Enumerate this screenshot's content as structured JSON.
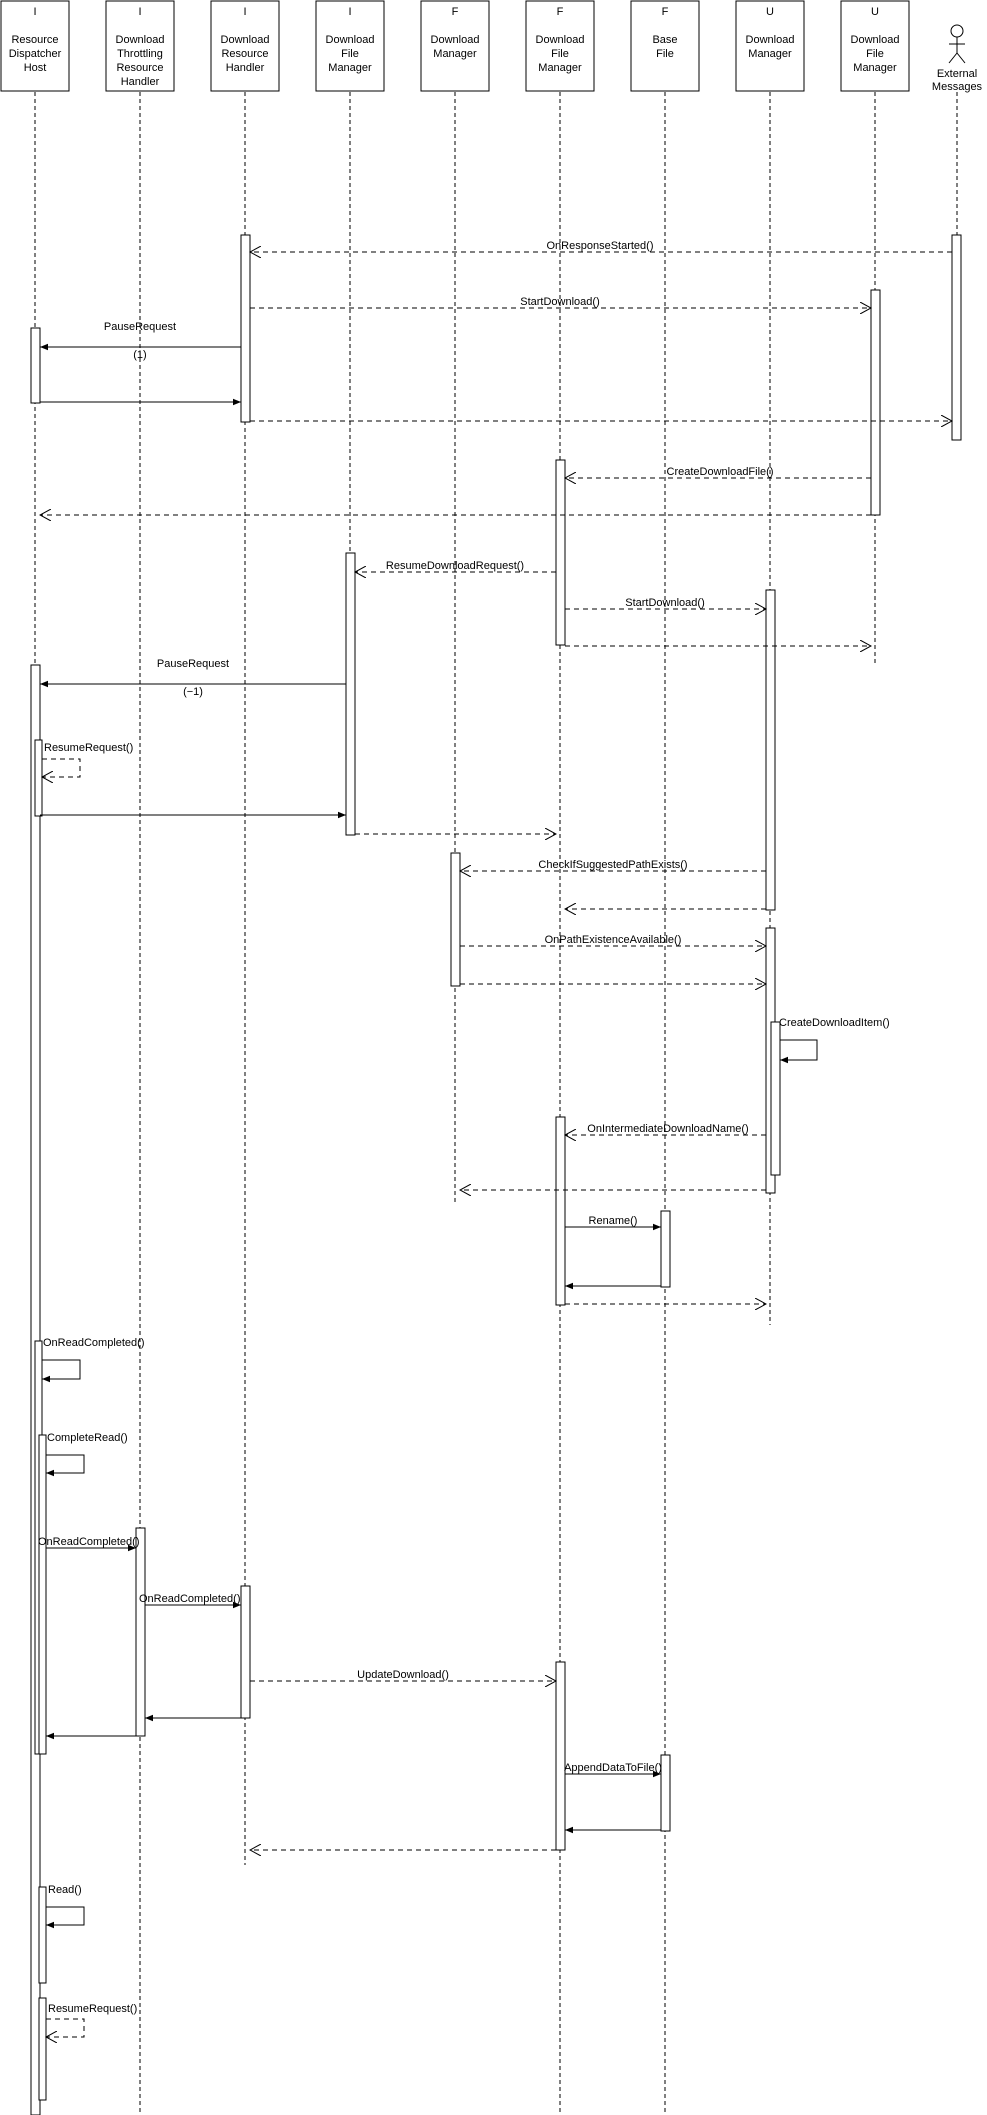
{
  "participants": [
    {
      "id": "rdh",
      "stereo": "I",
      "lines": [
        "Resource",
        "Dispatcher",
        "Host"
      ]
    },
    {
      "id": "dtrh",
      "stereo": "I",
      "lines": [
        "Download",
        "Throttling",
        "Resource",
        "Handler"
      ]
    },
    {
      "id": "drh",
      "stereo": "I",
      "lines": [
        "Download",
        "Resource",
        "Handler"
      ]
    },
    {
      "id": "dfm1",
      "stereo": "I",
      "lines": [
        "Download",
        "File",
        "Manager"
      ]
    },
    {
      "id": "dm1",
      "stereo": "F",
      "lines": [
        "Download",
        "Manager"
      ]
    },
    {
      "id": "dfm2",
      "stereo": "F",
      "lines": [
        "Download",
        "File",
        "Manager"
      ]
    },
    {
      "id": "bf",
      "stereo": "F",
      "lines": [
        "Base",
        "File"
      ]
    },
    {
      "id": "dm2",
      "stereo": "U",
      "lines": [
        "Download",
        "Manager"
      ]
    },
    {
      "id": "dfm3",
      "stereo": "U",
      "lines": [
        "Download",
        "File",
        "Manager"
      ]
    },
    {
      "id": "ext",
      "stereo": "",
      "lines": [
        "External",
        "Messages"
      ],
      "actor": true
    }
  ],
  "messages": [
    "OnResponseStarted()",
    "StartDownload()",
    "PauseRequest",
    "(1)",
    "CreateDownloadFile()",
    "ResumeDownloadRequest()",
    "StartDownload()",
    "PauseRequest",
    "(−1)",
    "ResumeRequest()",
    "CheckIfSuggestedPathExists()",
    "OnPathExistenceAvailable()",
    "CreateDownloadItem()",
    "OnIntermediateDownloadName()",
    "Rename()",
    "OnReadCompleted()",
    "CompleteRead()",
    "OnReadCompleted()",
    "OnReadCompleted()",
    "UpdateDownload()",
    "AppendDataToFile()",
    "Read()",
    "ResumeRequest()"
  ]
}
